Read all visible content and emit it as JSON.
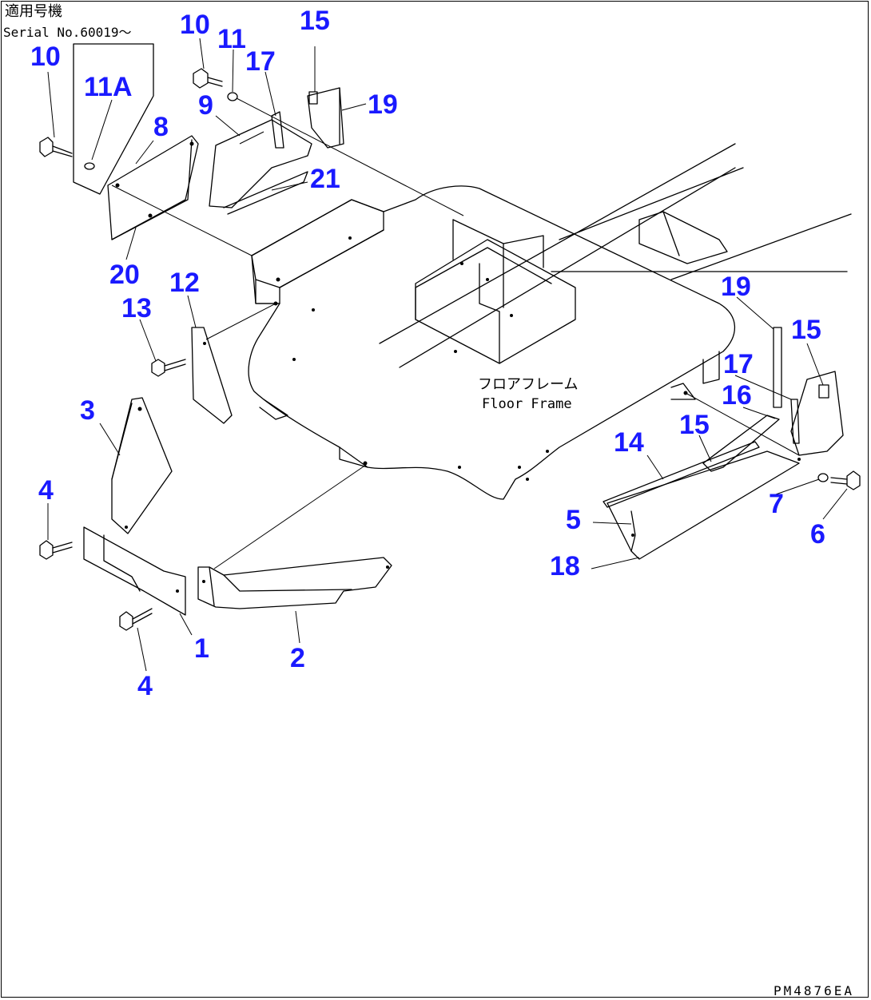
{
  "header": {
    "applicable_title": "適用号機",
    "serial_text": "Serial No.60019～"
  },
  "frame_label": {
    "japanese": "フロアフレーム",
    "english": "Floor Frame"
  },
  "drawing_code": "PM4876EA",
  "colors": {
    "callout": "#1a1aff",
    "line": "#000000"
  },
  "callouts": [
    {
      "id": "c10a",
      "text": "10"
    },
    {
      "id": "c11a",
      "text": "11A"
    },
    {
      "id": "c8",
      "text": "8"
    },
    {
      "id": "c20",
      "text": "20"
    },
    {
      "id": "c10b",
      "text": "10"
    },
    {
      "id": "c11",
      "text": "11"
    },
    {
      "id": "c17a",
      "text": "17"
    },
    {
      "id": "c15a",
      "text": "15"
    },
    {
      "id": "c19a",
      "text": "19"
    },
    {
      "id": "c9",
      "text": "9"
    },
    {
      "id": "c21",
      "text": "21"
    },
    {
      "id": "c12",
      "text": "12"
    },
    {
      "id": "c13",
      "text": "13"
    },
    {
      "id": "c3",
      "text": "3"
    },
    {
      "id": "c4a",
      "text": "4"
    },
    {
      "id": "c1",
      "text": "1"
    },
    {
      "id": "c4b",
      "text": "4"
    },
    {
      "id": "c2",
      "text": "2"
    },
    {
      "id": "c19b",
      "text": "19"
    },
    {
      "id": "c15b",
      "text": "15"
    },
    {
      "id": "c17b",
      "text": "17"
    },
    {
      "id": "c16",
      "text": "16"
    },
    {
      "id": "c15c",
      "text": "15"
    },
    {
      "id": "c14",
      "text": "14"
    },
    {
      "id": "c5",
      "text": "5"
    },
    {
      "id": "c18",
      "text": "18"
    },
    {
      "id": "c7",
      "text": "7"
    },
    {
      "id": "c6",
      "text": "6"
    }
  ]
}
